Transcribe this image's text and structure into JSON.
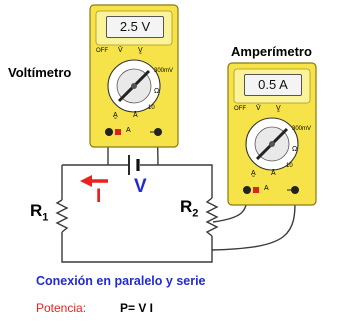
{
  "voltmeter": {
    "title": "Voltímetro",
    "reading": "2.5 V",
    "dial_marks": [
      "OFF",
      "V̄",
      "V̰",
      "300mV",
      "Ω",
      "10",
      "A̰",
      "Ā"
    ],
    "port_label": "A"
  },
  "ammeter": {
    "title": "Amperímetro",
    "reading": "0.5 A",
    "dial_marks": [
      "OFF",
      "V̄",
      "V̰",
      "300mV",
      "Ω",
      "10",
      "A̰",
      "Ā"
    ],
    "port_label": "A"
  },
  "circuit": {
    "resistor_1": "R",
    "resistor_1_sub": "1",
    "resistor_2": "R",
    "resistor_2_sub": "2",
    "current_label": "I",
    "voltage_label": "V"
  },
  "caption": "Conexión en paralelo y serie",
  "power": {
    "label": "Potencia:",
    "formula": "P= V I"
  },
  "colors": {
    "meter_body": "#f6e34a",
    "meter_outline": "#8a7a10",
    "current": "#e8231f",
    "voltage": "#1f2bd6",
    "caption": "#1f2bd6",
    "wire": "#3a3a3a"
  }
}
